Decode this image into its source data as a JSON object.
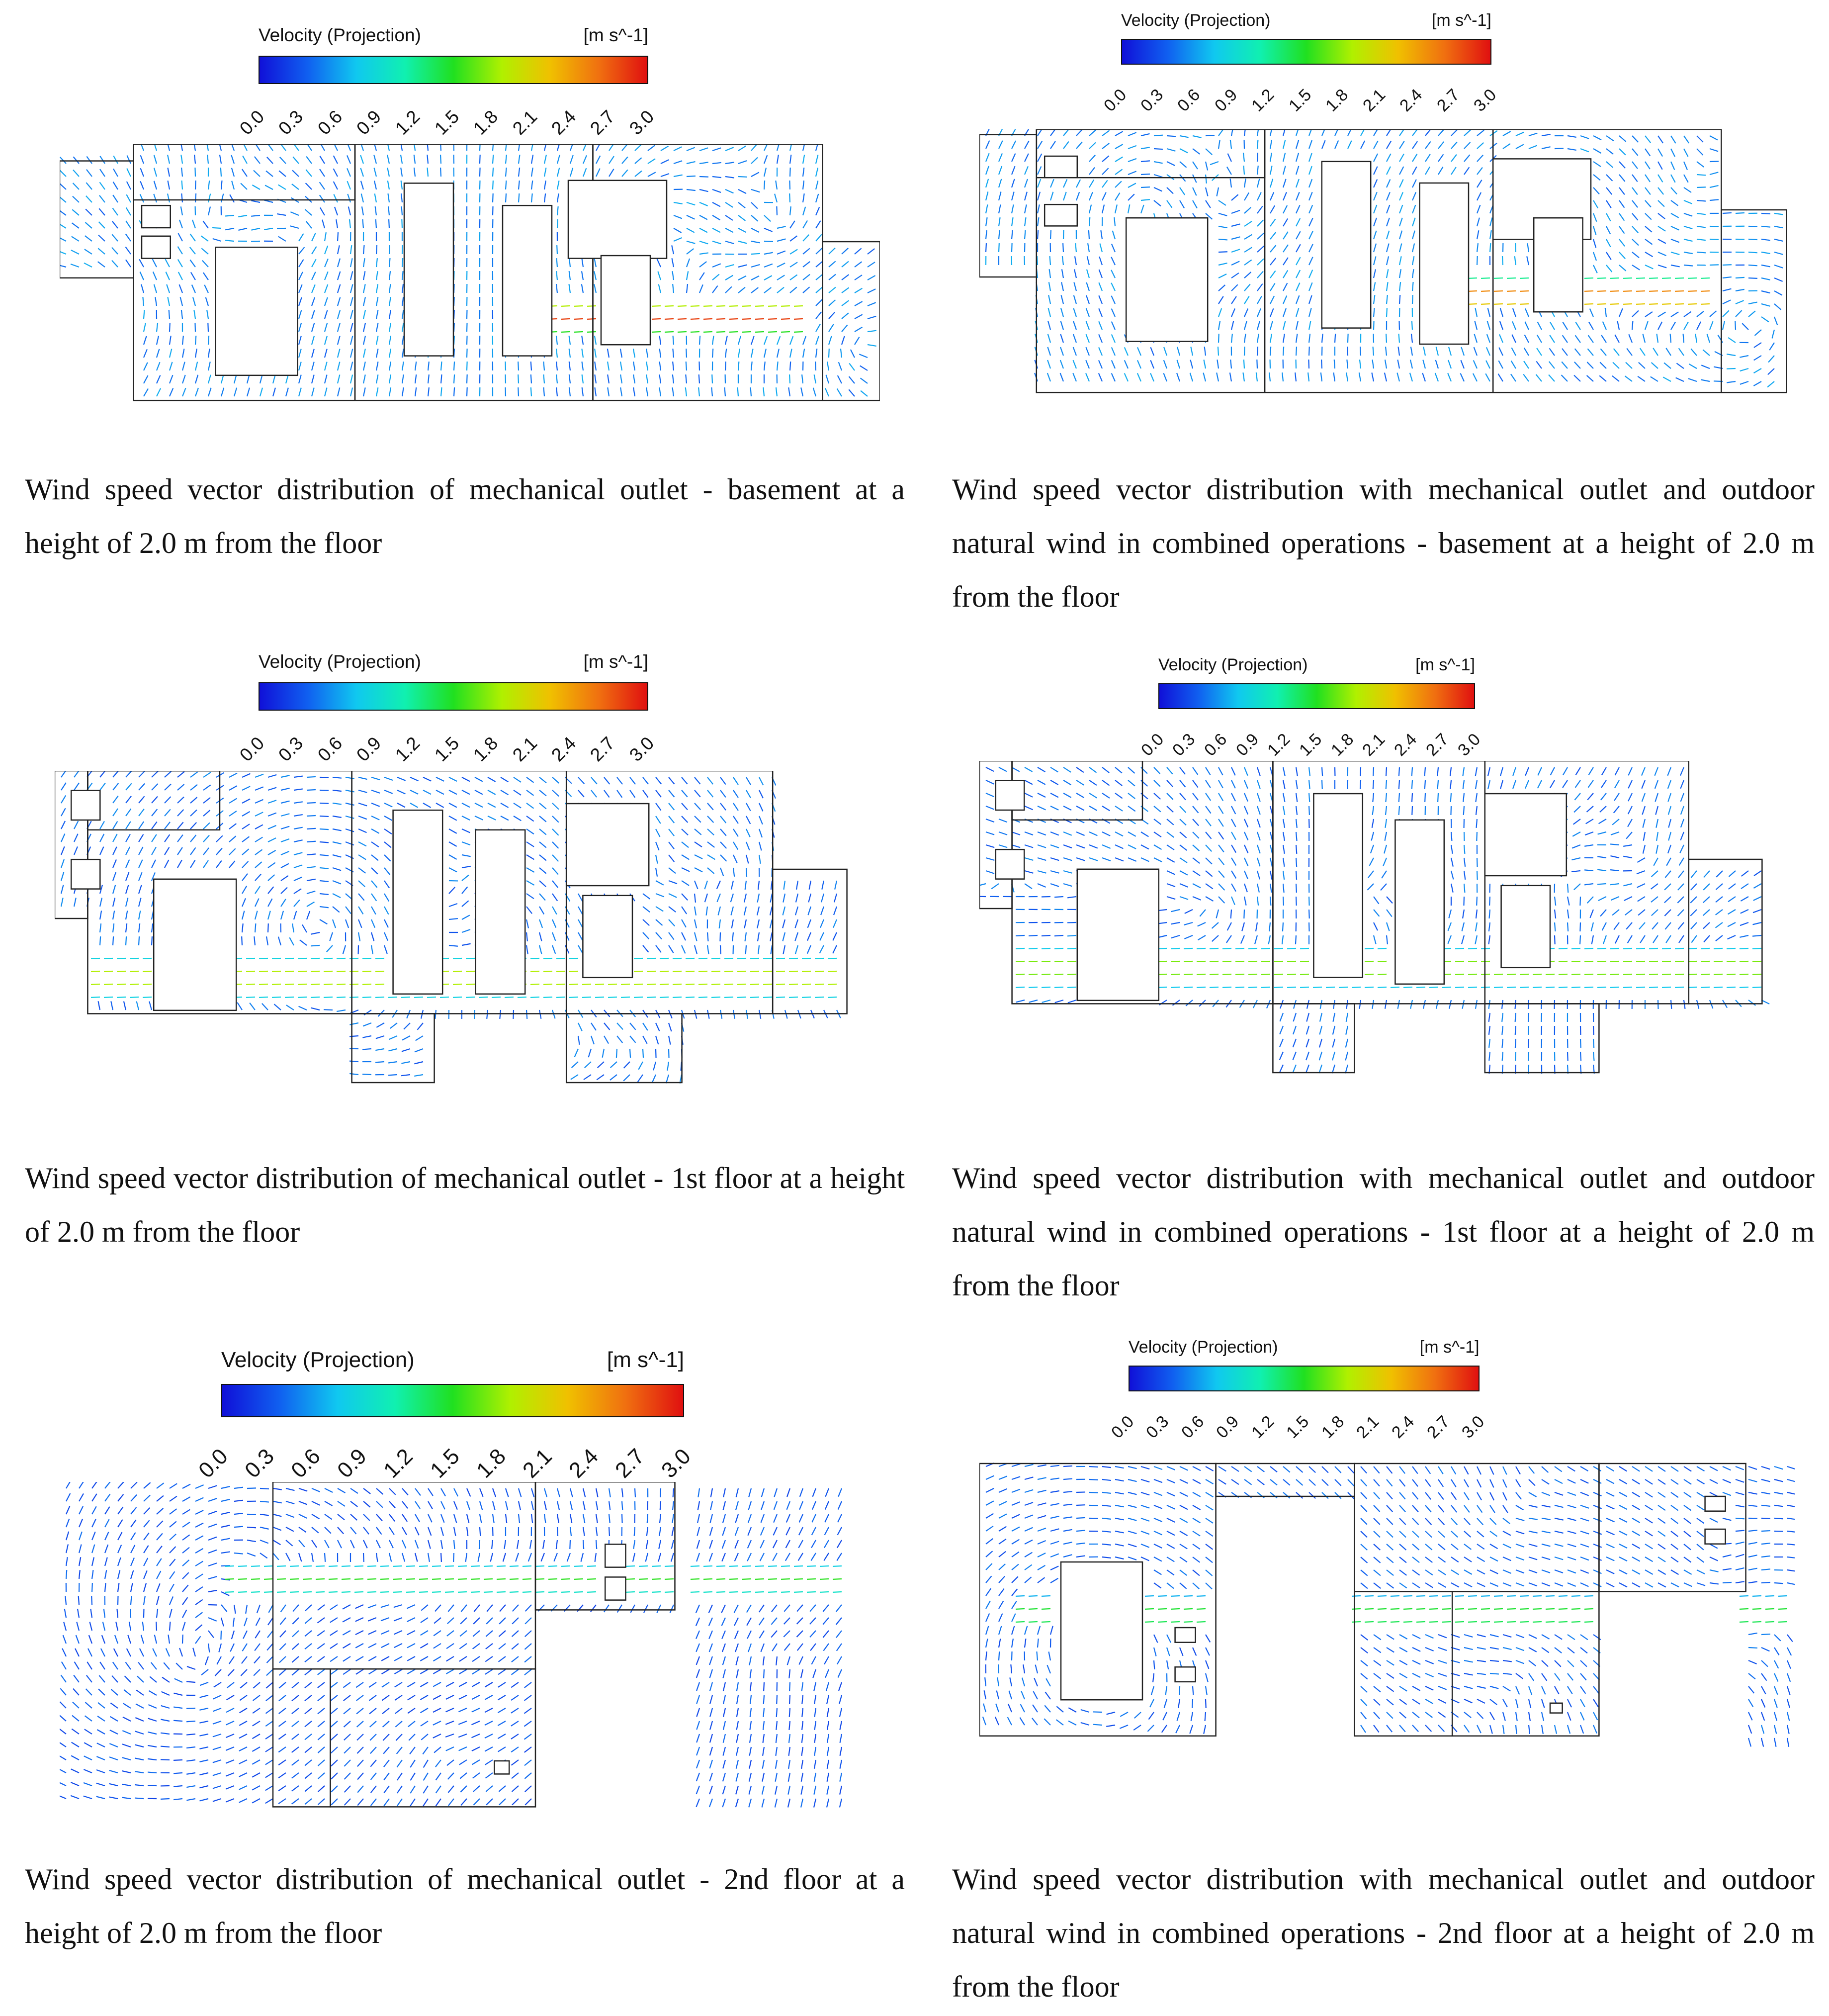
{
  "colorbar": {
    "title": "Velocity (Projection)",
    "unit": "[m s^-1]",
    "ticks": [
      "0.0",
      "0.3",
      "0.6",
      "0.9",
      "1.2",
      "1.5",
      "1.8",
      "2.1",
      "2.4",
      "2.7",
      "3.0"
    ],
    "range": [
      0.0,
      3.0
    ],
    "stops": [
      "#1010d8",
      "#1060f0",
      "#10c8f0",
      "#10f0b0",
      "#20e020",
      "#b0f000",
      "#f0c000",
      "#f07010",
      "#e01010"
    ]
  },
  "panels": [
    {
      "id": "basement-mechanical",
      "caption": "Wind speed vector distribution of mechanical outlet - basement at a height of 2.0 m from the floor"
    },
    {
      "id": "basement-combined",
      "caption": "Wind speed vector distribution with mechanical outlet and outdoor natural wind in combined operations - basement at a height of 2.0 m from the floor"
    },
    {
      "id": "first-floor-mechanical",
      "caption": "Wind speed vector distribution of mechanical outlet - 1st floor at a height of 2.0 m from the floor"
    },
    {
      "id": "first-floor-combined",
      "caption": "Wind speed vector distribution with mechanical outlet and outdoor natural wind in combined operations - 1st floor at a height of 2.0 m from the floor"
    },
    {
      "id": "second-floor-mechanical",
      "caption": "Wind speed vector distribution of mechanical outlet - 2nd floor at a height of 2.0 m from the floor"
    },
    {
      "id": "second-floor-combined",
      "caption": "Wind speed vector distribution with mechanical outlet and outdoor natural wind in combined operations - 2nd floor at a height of 2.0 m from the floor"
    }
  ]
}
